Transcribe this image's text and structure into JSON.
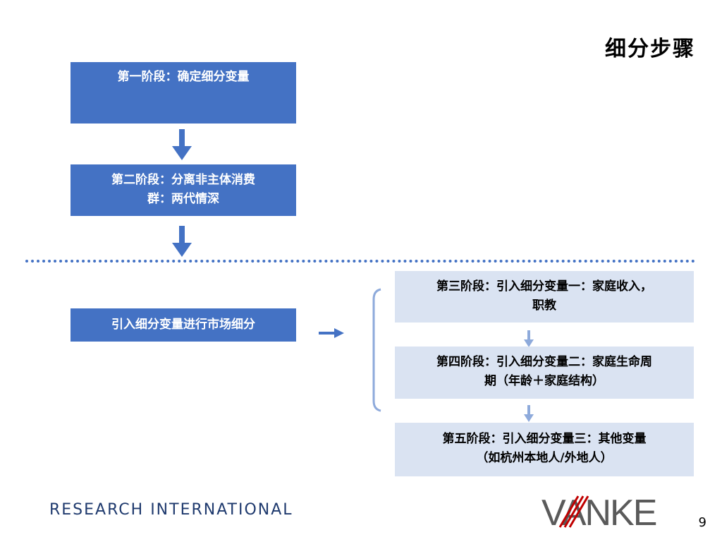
{
  "title": "细分步骤",
  "stages": {
    "stage1": "第一阶段：确定细分变量",
    "stage2_line1": "第二阶段：分离非主体消费",
    "stage2_line2": "群：两代情深",
    "segment_box": "引入细分变量进行市场细分",
    "stage3_line1": "第三阶段：引入细分变量一：家庭收入，",
    "stage3_line2": "职教",
    "stage4_line1": "第四阶段：引入细分变量二：家庭生命周",
    "stage4_line2": "期（年龄＋家庭结构）",
    "stage5_line1": "第五阶段：引入细分变量三：其他变量",
    "stage5_line2": "（如杭州本地人/外地人）"
  },
  "footer": {
    "brand": "RESEARCH INTERNATIONAL",
    "logo_text": "VANKE",
    "page_number": "9"
  },
  "colors": {
    "dark_box": "#4472c4",
    "light_box": "#dae3f2",
    "light_arrow": "#8eaadb"
  }
}
